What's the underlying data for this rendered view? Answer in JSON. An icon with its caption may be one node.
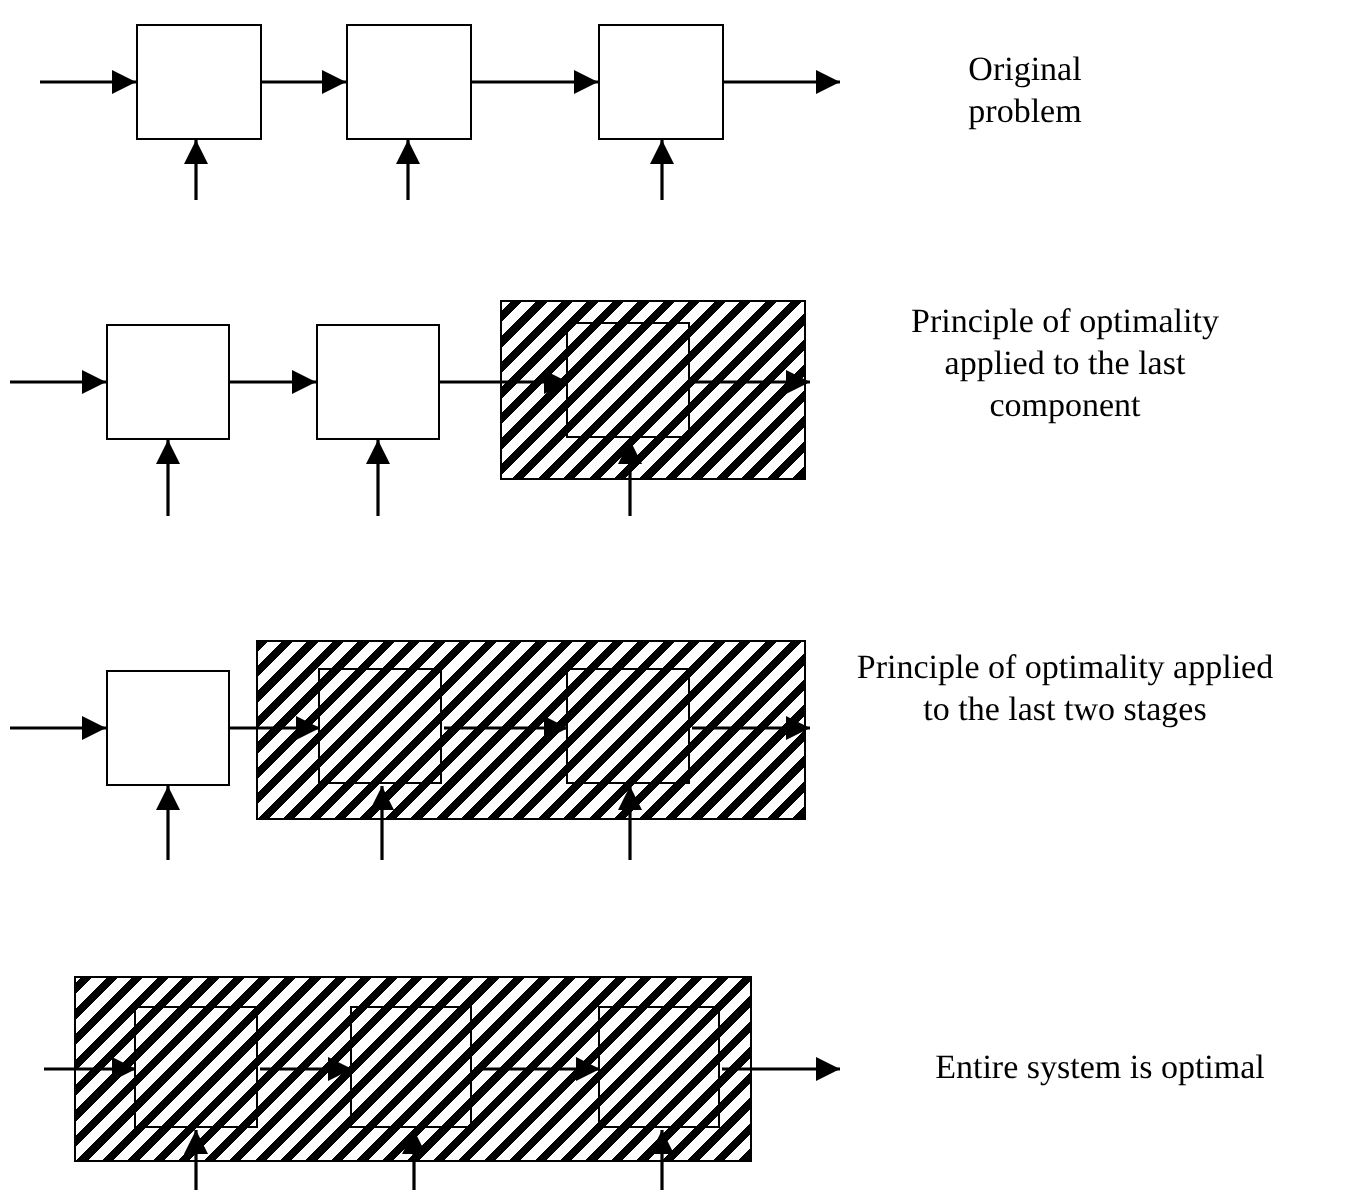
{
  "diagram": {
    "nodes": [
      {
        "text": [],
        "shape": "box"
      },
      {
        "text": [],
        "shape": "box"
      },
      {
        "text": [],
        "shape": "box"
      },
      {
        "text": [],
        "shape": "box"
      },
      {
        "text": [],
        "shape": "box"
      },
      {
        "text": [],
        "shape": "box"
      },
      {
        "text": [],
        "shape": "box",
        "in": 5
      },
      {
        "text": [],
        "shape": "box"
      },
      {
        "text": [],
        "shape": "box"
      },
      {
        "text": [],
        "shape": "box",
        "in": 8
      },
      {
        "text": [],
        "shape": "box",
        "in": 8
      },
      {
        "text": [],
        "shape": "box"
      },
      {
        "text": [],
        "shape": "box",
        "in": 11
      },
      {
        "text": [],
        "shape": "box",
        "in": 11
      },
      {
        "text": [],
        "shape": "box",
        "in": 11
      }
    ],
    "edges": [
      {
        "from": null,
        "to": 0,
        "arrow": "to"
      },
      {
        "from": 0,
        "to": 1,
        "arrow": "to"
      },
      {
        "from": 1,
        "to": 2,
        "arrow": "to"
      },
      {
        "from": 2,
        "to": null,
        "arrow": "to"
      },
      {
        "from": null,
        "to": 0,
        "arrow": "to"
      },
      {
        "from": null,
        "to": 1,
        "arrow": "to"
      },
      {
        "from": null,
        "to": 2,
        "arrow": "to"
      },
      {
        "from": null,
        "to": 3,
        "arrow": "to"
      },
      {
        "from": 3,
        "to": 4,
        "arrow": "to"
      },
      {
        "from": 4,
        "to": 6,
        "arrow": "to"
      },
      {
        "from": 6,
        "to": null,
        "arrow": "to"
      },
      {
        "from": null,
        "to": 3,
        "arrow": "to"
      },
      {
        "from": null,
        "to": 4,
        "arrow": "to"
      },
      {
        "from": null,
        "to": 6,
        "arrow": "to"
      },
      {
        "from": null,
        "to": 7,
        "arrow": "to"
      },
      {
        "from": 7,
        "to": 9,
        "arrow": "to"
      },
      {
        "from": 9,
        "to": 10,
        "arrow": "to"
      },
      {
        "from": 10,
        "to": null,
        "arrow": "to"
      },
      {
        "from": null,
        "to": 7,
        "arrow": "to"
      },
      {
        "from": null,
        "to": 9,
        "arrow": "to"
      },
      {
        "from": null,
        "to": 10,
        "arrow": "to"
      },
      {
        "from": null,
        "to": 12,
        "arrow": "to"
      },
      {
        "from": 12,
        "to": 13,
        "arrow": "to"
      },
      {
        "from": 13,
        "to": 14,
        "arrow": "to"
      },
      {
        "from": 14,
        "to": null,
        "arrow": "to"
      },
      {
        "from": null,
        "to": 12,
        "arrow": "to"
      },
      {
        "from": null,
        "to": 13,
        "arrow": "to"
      },
      {
        "from": null,
        "to": 14,
        "arrow": "to"
      }
    ],
    "labels": [
      "Original problem",
      "Principle of optimality applied to the last component",
      "Principle of optimality applied to the last two stages",
      "Entire system is optimal"
    ]
  }
}
